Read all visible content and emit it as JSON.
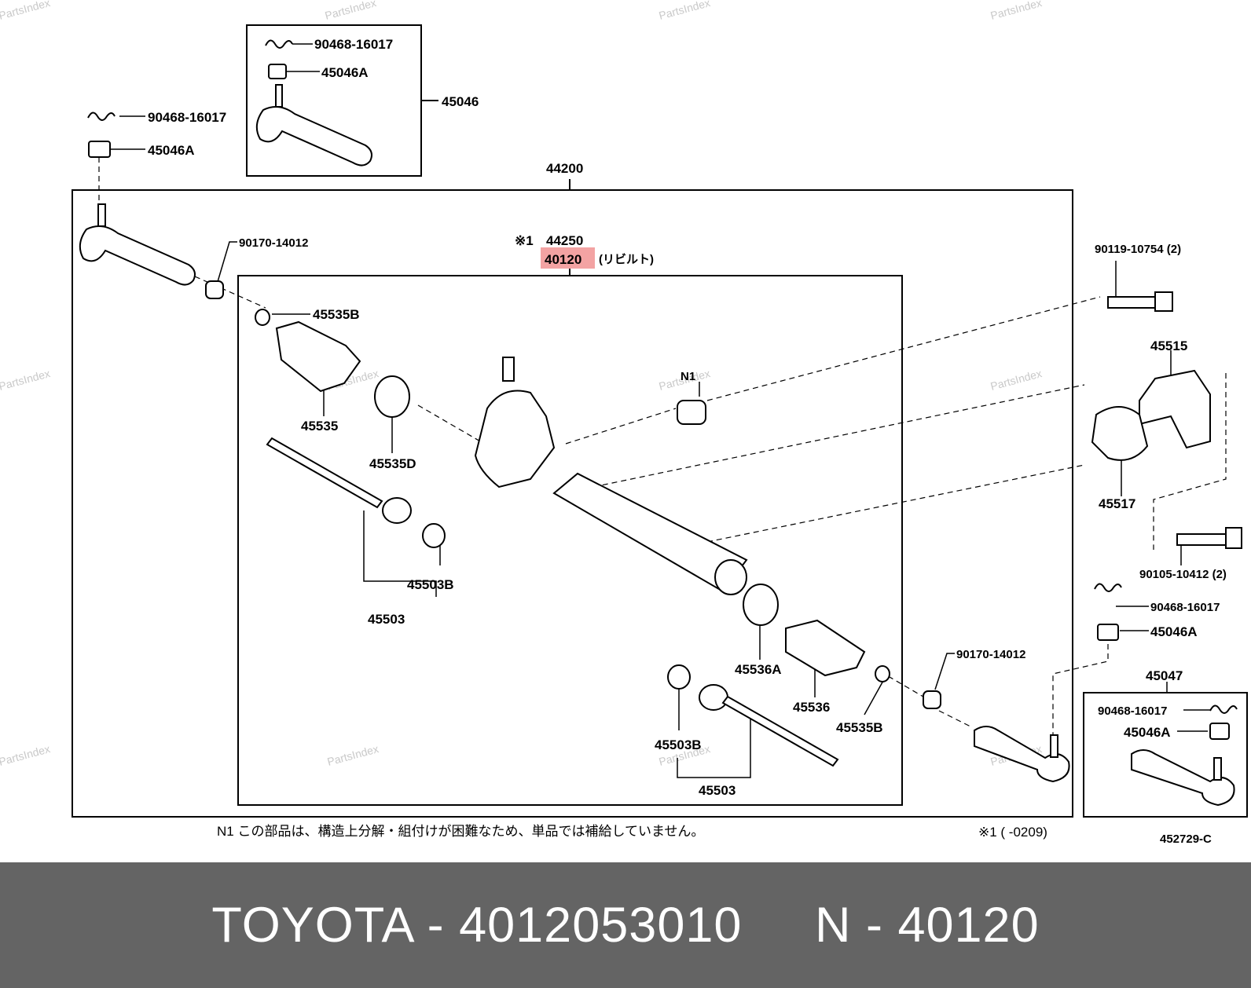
{
  "watermark": "PartsIndex",
  "colors": {
    "highlight": "#f3a3a3",
    "footer_bg": "#646464",
    "footer_text": "#ffffff"
  },
  "labels": {
    "top_clip": "90468-16017",
    "top_nut": "45046A",
    "top_end": "45046",
    "left_clip": "90468-16017",
    "left_nut": "45046A",
    "assembly": "44200",
    "left_nut2": "90170-14012",
    "rack_mark": "※1",
    "rack_ref": "44250",
    "rack_part": "40120",
    "rack_rebuilt": "(リビルト)",
    "clamp_left": "45535B",
    "boot_left": "45535",
    "band_left": "45535D",
    "inner_left_washer": "45503B",
    "inner_left": "45503",
    "n1_label": "N1",
    "bolt_top": "90119-10754 (2)",
    "bracket": "45515",
    "bushing": "45517",
    "bolt_bottom": "90105-10412 (2)",
    "right_clip": "90468-16017",
    "right_nut": "45046A",
    "right_end": "45047",
    "right_clip2": "90468-16017",
    "right_nut2": "45046A",
    "band_right": "45536A",
    "boot_right": "45536",
    "clamp_right": "45535B",
    "right_nut3": "90170-14012",
    "inner_right_washer": "45503B",
    "inner_right": "45503",
    "note": "N1 この部品は、構造上分解・組付けが困難なため、単品では補給していません。",
    "footnote": "※1 (     -0209)",
    "diagram_code": "452729-C"
  },
  "footer": {
    "title": "TOYOTA - 4012053010     N - 40120"
  }
}
